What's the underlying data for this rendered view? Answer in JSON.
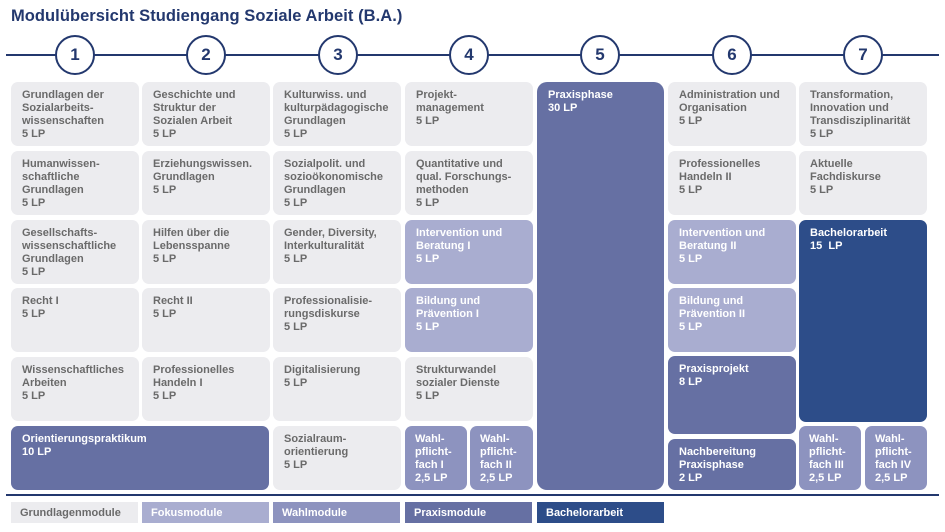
{
  "title": "Modulübersicht Studiengang Soziale Arbeit (B.A.)",
  "semesters": [
    "1",
    "2",
    "3",
    "4",
    "5",
    "6",
    "7"
  ],
  "modules": {
    "c1r1": {
      "text": "Grundlagen der\nSozialarbeits-\nwissenschaften",
      "lp": "5 LP"
    },
    "c1r2": {
      "text": "Humanwissen-\nschaftliche\nGrundlagen",
      "lp": "5 LP"
    },
    "c1r3": {
      "text": "Gesellschafts-\nwissenschaftliche\nGrundlagen",
      "lp": "5 LP"
    },
    "c1r4": {
      "text": "Recht I",
      "lp": "5 LP"
    },
    "c1r5": {
      "text": "Wissenschaftliches\nArbeiten",
      "lp": "5 LP"
    },
    "orient": {
      "text": "Orientierungspraktikum",
      "lp": "10 LP"
    },
    "c2r1": {
      "text": "Geschichte und\nStruktur der\nSozialen Arbeit",
      "lp": "5 LP"
    },
    "c2r2": {
      "text": "Erziehungswissen.\nGrundlagen",
      "lp": "5 LP"
    },
    "c2r3": {
      "text": "Hilfen über die\nLebensspanne",
      "lp": "5 LP"
    },
    "c2r4": {
      "text": "Recht II",
      "lp": "5 LP"
    },
    "c2r5": {
      "text": "Professionelles\nHandeln I",
      "lp": "5 LP"
    },
    "c3r1": {
      "text": "Kulturwiss. und\nkulturpädagogische\nGrundlagen",
      "lp": "5 LP"
    },
    "c3r2": {
      "text": "Sozialpolit. und\nsozioökonomische\nGrundlagen",
      "lp": "5 LP"
    },
    "c3r3": {
      "text": "Gender, Diversity,\nInterkulturalität",
      "lp": "5 LP"
    },
    "c3r4": {
      "text": "Professionalisie-\nrungsdiskurse",
      "lp": "5 LP"
    },
    "c3r5": {
      "text": "Digitalisierung",
      "lp": "5 LP"
    },
    "c3r6": {
      "text": "Sozialraum-\norientierung",
      "lp": "5 LP"
    },
    "c4r1": {
      "text": "Projekt-\nmanagement",
      "lp": "5 LP"
    },
    "c4r2": {
      "text": "Quantitative und\nqual. Forschungs-\nmethoden",
      "lp": "5 LP"
    },
    "c4r3": {
      "text": "Intervention und\nBeratung I",
      "lp": "5 LP"
    },
    "c4r4": {
      "text": "Bildung und\nPrävention I",
      "lp": "5 LP"
    },
    "c4r5": {
      "text": "Strukturwandel\nsozialer Dienste",
      "lp": "5 LP"
    },
    "c4w1": {
      "text": "Wahl-\npflicht-\nfach I",
      "lp": "2,5 LP"
    },
    "c4w2": {
      "text": "Wahl-\npflicht-\nfach II",
      "lp": "2,5 LP"
    },
    "c5": {
      "text": "Praxisphase",
      "lp": "30 LP"
    },
    "c6r1": {
      "text": "Administration und\nOrganisation",
      "lp": "5 LP"
    },
    "c6r2": {
      "text": "Professionelles\nHandeln II",
      "lp": "5 LP"
    },
    "c6r3": {
      "text": "Intervention und\nBeratung II",
      "lp": "5 LP"
    },
    "c6r4": {
      "text": "Bildung und\nPrävention II",
      "lp": "5 LP"
    },
    "c6r5": {
      "text": "Praxisprojekt",
      "lp": "8 LP"
    },
    "c6r6": {
      "text": "Nachbereitung\nPraxisphase",
      "lp": "2 LP"
    },
    "c7r1": {
      "text": "Transformation,\nInnovation und\nTransdisziplinarität",
      "lp": "5 LP"
    },
    "c7r2": {
      "text": "Aktuelle\nFachdiskurse",
      "lp": "5 LP"
    },
    "c7r3": {
      "text": "Bachelorarbeit",
      "lp": "15  LP"
    },
    "c7w1": {
      "text": "Wahl-\npflicht-\nfach III",
      "lp": "2,5 LP"
    },
    "c7w2": {
      "text": "Wahl-\npflicht-\nfach IV",
      "lp": "2,5 LP"
    }
  },
  "legend": [
    "Grundlagenmodule",
    "Fokusmodule",
    "Wahlmodule",
    "Praxismodule",
    "Bachelorarbeit"
  ],
  "colors": {
    "grundlagen": "#ececef",
    "fokus": "#a9add0",
    "wahl": "#8d93bf",
    "praxis": "#6670a3",
    "bachelor": "#2d4d89",
    "accent": "#23386e"
  }
}
